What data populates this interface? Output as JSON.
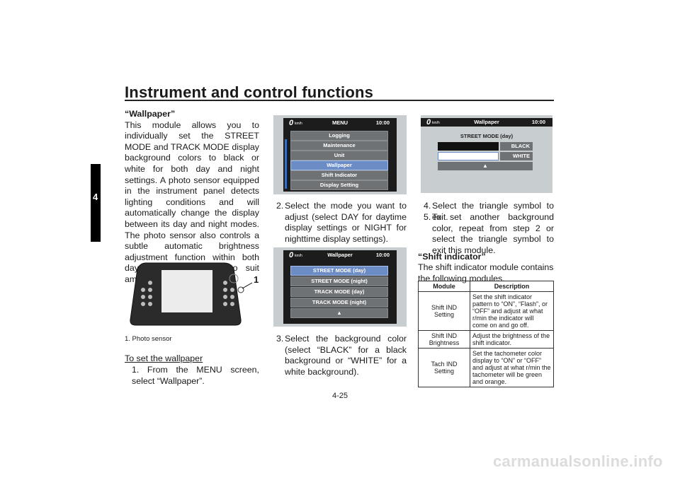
{
  "header": {
    "title": "Instrument and control functions",
    "chapter": "4"
  },
  "column1": {
    "heading": "“Wallpaper”",
    "paragraph": "This module allows you to individually set the STREET MODE and TRACK MODE display background colors to black or white for both day and night settings. A photo sensor equipped in the instrument panel detects lighting conditions and will automatically change the display between its day and night modes. The photo sensor also controls a subtle automatic brightness adjustment function within both day and night modes to suit ambient light conditions.",
    "callout": "1",
    "caption": "1. Photo sensor",
    "subheading": "To set the wallpaper",
    "step1": "1. From the MENU screen, select “Wallpaper”."
  },
  "screen_menu": {
    "speed": "0",
    "unit": "km/h",
    "title": "MENU",
    "clock": "10:00",
    "items": [
      "Logging",
      "Maintenance",
      "Unit",
      "Wallpaper",
      "Shift Indicator",
      "Display Setting"
    ],
    "selected": 3
  },
  "screen_wallpaper": {
    "speed": "0",
    "unit": "km/h",
    "title": "Wallpaper",
    "clock": "10:00",
    "items": [
      "STREET MODE (day)",
      "STREET MODE (night)",
      "TRACK MODE (day)",
      "TRACK MODE (night)"
    ],
    "selected": 0
  },
  "screen_color": {
    "speed": "0",
    "unit": "km/h",
    "title": "Wallpaper",
    "clock": "10:00",
    "subtitle": "STREET MODE (day)",
    "black": "BLACK",
    "white": "WHITE"
  },
  "column2": {
    "step2_num": "2.",
    "step2": "Select the mode you want to adjust (select DAY for daytime display settings or NIGHT for nighttime display settings).",
    "step3_num": "3.",
    "step3": "Select the background color (select “BLACK” for a black background or “WHITE” for a white background)."
  },
  "column3": {
    "step4_num": "4.",
    "step4": "Select the triangle symbol to exit.",
    "step5_num": "5.",
    "step5": "To set another background color, repeat from step 2 or select the triangle symbol to exit this module.",
    "heading": "“Shift indicator”",
    "intro": "The shift indicator module contains the following modules.",
    "table": {
      "headers": [
        "Module",
        "Description"
      ],
      "rows": [
        [
          "Shift IND Setting",
          "Set the shift indicator pattern to “ON”, “Flash”, or “OFF” and adjust at what r/min the indicator will come on and go off."
        ],
        [
          "Shift IND Brightness",
          "Adjust the brightness of the shift indicator."
        ],
        [
          "Tach IND Setting",
          "Set the tachometer color display to “ON” or “OFF” and adjust at what r/min the tachometer will be green and orange."
        ]
      ]
    }
  },
  "footer": {
    "page": "4-25",
    "watermark": "carmanualsonline.info"
  },
  "colors": {
    "panel": "#c8cdd0",
    "button": "#6f7275",
    "selected": "#6b8cc4",
    "tab": "#000000"
  }
}
